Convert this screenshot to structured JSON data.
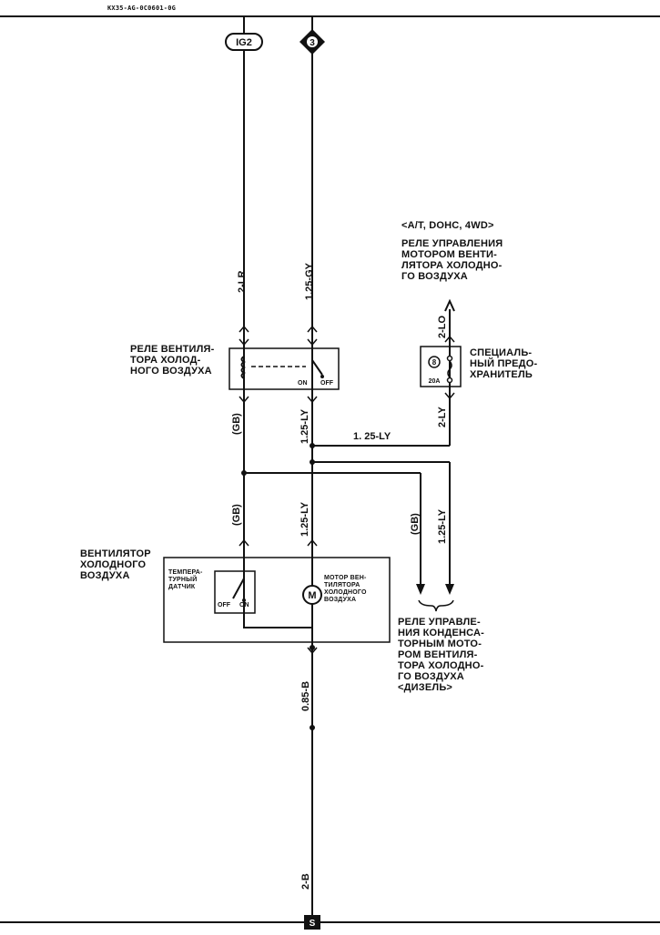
{
  "header": {
    "doc_code": "KX35-AG-0C0601-0G"
  },
  "connectors": {
    "ig2": "IG2",
    "fuse_ref": "3",
    "ground_ref": "S"
  },
  "wires": {
    "ig2_supply": "2-LR",
    "fuse_supply": "1.25-GY",
    "relay_out_left": "(GB)",
    "relay_out_right": "1.25-LY",
    "junction_branch": "1. 25-LY",
    "fan_in_left": "(GB)",
    "fan_in_right": "1.25-LY",
    "branch_left": "(GB)",
    "branch_right": "1.25-LY",
    "special_top": "2-LO",
    "special_bottom": "2-LY",
    "motor_ground": "0.85-B",
    "ground": "2-B"
  },
  "components": {
    "optional_relay_condition": "<A/T, DOHC, 4WD>",
    "optional_relay": "РЕЛЕ УПРАВЛЕНИЯ\nМОТОРОМ ВЕНТИ-\nЛЯТОРА ХОЛОДНО-\nГО ВОЗДУХА",
    "fan_relay": "РЕЛЕ ВЕНТИЛЯ-\nТОРА ХОЛОД-\nНОГО ВОЗДУХА",
    "relay_switch_on": "ON",
    "relay_switch_off": "OFF",
    "special_fuse": "СПЕЦИАЛЬ-\nНЫЙ ПРЕДО-\nХРАНИТЕЛЬ",
    "special_fuse_number": "8",
    "special_fuse_rating": "20A",
    "fan_assembly": "ВЕНТИЛЯТОР\nХОЛОДНОГО\nВОЗДУХА",
    "temp_sensor": "ТЕМПЕРА-\nТУРНЫЙ\nДАТЧИК",
    "sensor_off": "OFF",
    "sensor_on": "ON",
    "fan_motor": "МОТОР ВЕН-\nТИЛЯТОРА\nХОЛОДНОГО\nВОЗДУХА",
    "fan_motor_symbol": "M",
    "condenser_relay": "РЕЛЕ УПРАВЛЕ-\nНИЯ КОНДЕНСА-\nТОРНЫМ МОТО-\nРОМ ВЕНТИЛЯ-\nТОРА ХОЛОДНО-\nГО ВОЗДУХА\n<ДИЗЕЛЬ>"
  }
}
